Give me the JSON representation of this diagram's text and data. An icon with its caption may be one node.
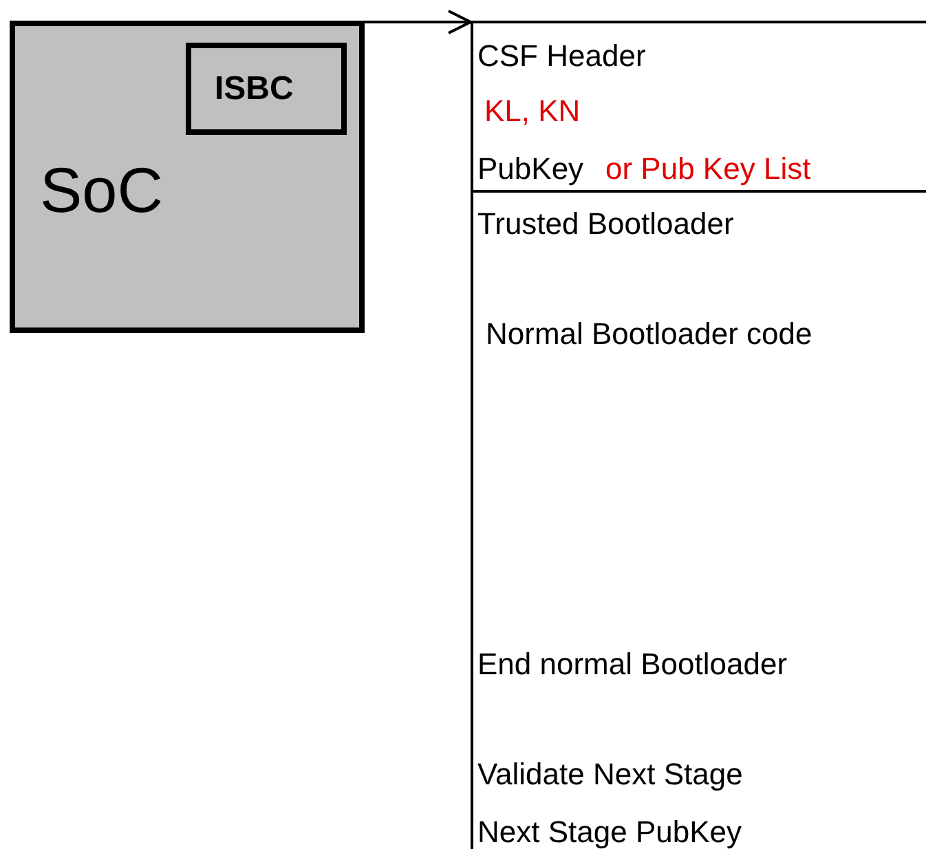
{
  "diagram": {
    "nodes": [
      {
        "text": [
          "SoC"
        ]
      },
      {
        "text": [
          "ISBC"
        ],
        "in": 0
      },
      {
        "text": [
          "CSF Header",
          "KL, KN",
          "PubKey",
          "or Pub Key List"
        ]
      },
      {
        "text": [
          "Trusted Bootloader",
          "Normal Bootloader code",
          "End normal Bootloader",
          "Validate Next Stage",
          "Next Stage PubKey"
        ]
      }
    ],
    "edges": [
      {
        "from": 0,
        "to": 2,
        "arrow": "to"
      }
    ]
  }
}
